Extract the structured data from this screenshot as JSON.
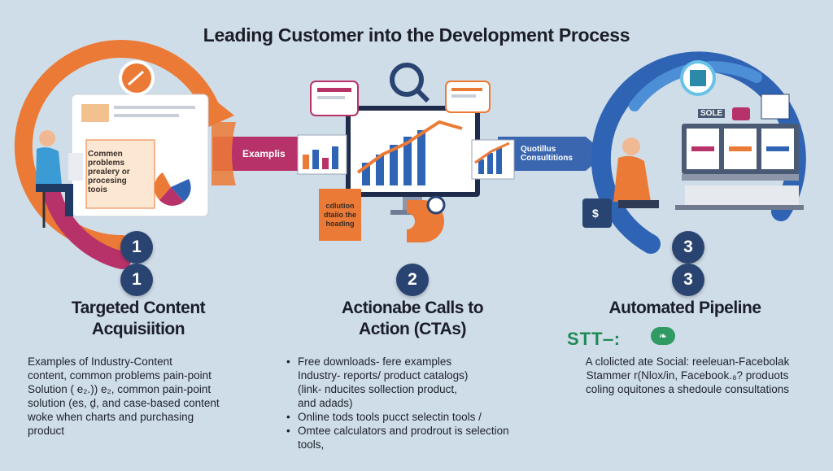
{
  "title": "Leading Customer into the Development Process",
  "steps": [
    {
      "number": "1",
      "badge_number": "1",
      "heading_line1": "Targeted Content",
      "heading_line2": "Acquisiition",
      "body": [
        "Examples of Industry-Content",
        "content,  common problems pain-point",
        "Solution ( e₂.)) e₂,  common pain-point",
        "solution (es, ḏ,  and case-based content",
        "woke when charts and purchasing",
        "product"
      ]
    },
    {
      "number": "2",
      "heading_line1": "Actionabe Calls to",
      "heading_line2": "Action (CTAs)",
      "bullets": [
        {
          "lines": [
            "Free downloads-  fere examples",
            "Industry- reports/    product catalogs)",
            "(link- nducites sollection product,",
            "  and adads)"
          ]
        },
        {
          "lines": [
            "Online tods tools pucct selectin tools /"
          ]
        },
        {
          "lines": [
            "Omtee calculators and prodrout is selection",
            "tools,"
          ]
        }
      ]
    },
    {
      "number": "3",
      "badge_number": "3",
      "heading_line1": "Automated Pipeline",
      "stt_label": "STT‒:",
      "stt_icon": "❧",
      "body": [
        "A  clolicted ate Social: reeleuan-Facebolak",
        "Stammer r(Nlox/in, Facebook.₈? produots",
        "coling oquitones a shedoule consultations"
      ]
    }
  ],
  "overlays": {
    "doc_text": [
      "Commen",
      "problems",
      "prealery or",
      "procesing",
      "toois"
    ],
    "examples_label": "Examplis",
    "orange_card": [
      "cdlution",
      "dtaiio the",
      "hoading"
    ],
    "consult_label": [
      "Quotillus",
      "Consultitions"
    ],
    "tag_label": "SOLE",
    "dollar": "$"
  },
  "colors": {
    "background": "#cfdde8",
    "orange": "#ec7a37",
    "magenta": "#b8326a",
    "blue": "#2f64b5",
    "navy": "#2a4472",
    "teal": "#2a8aa8"
  }
}
